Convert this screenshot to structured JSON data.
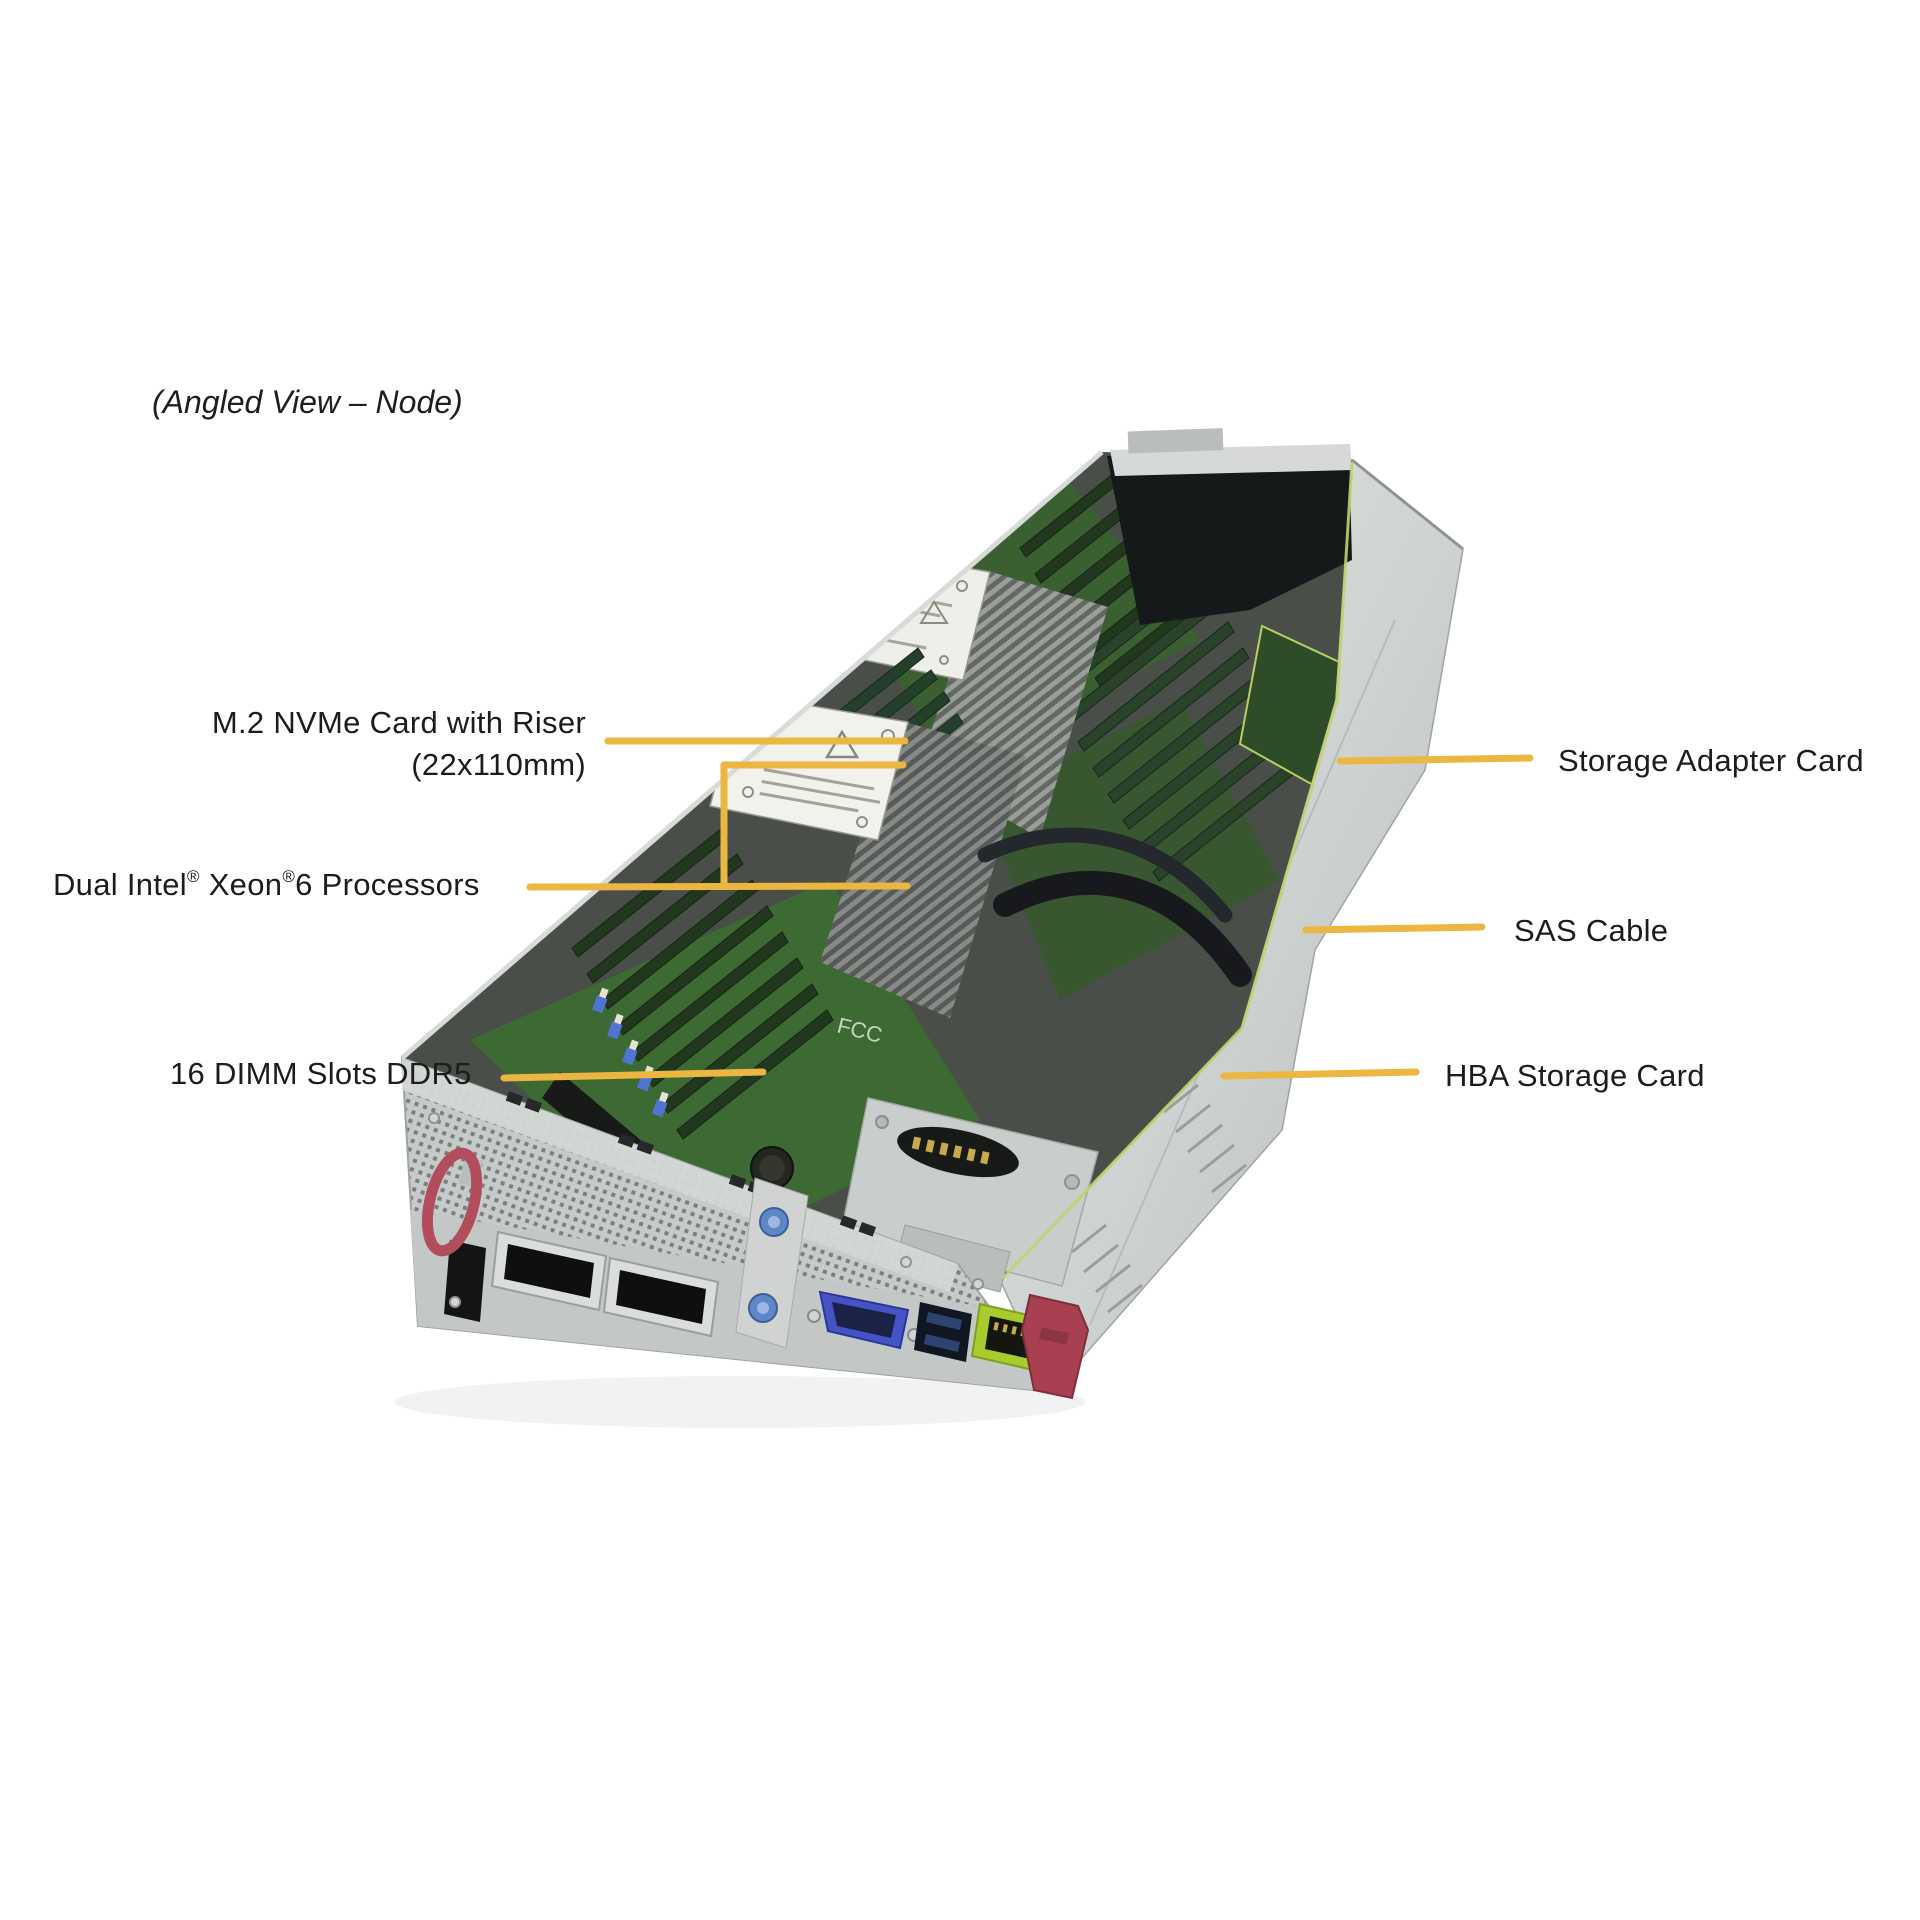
{
  "page": {
    "caption": "(Angled View – Node)"
  },
  "callouts": {
    "m2": {
      "line1": "M.2 NVMe Card with Riser",
      "line2": "(22x110mm)"
    },
    "xeon": {
      "part1": "Dual Intel",
      "reg1": "®",
      "part2": " Xeon",
      "reg2": "®",
      "part3": "6 Processors"
    },
    "dimm": {
      "label": "16 DIMM Slots DDR5"
    },
    "storage_adapter": {
      "label": "Storage Adapter Card"
    },
    "sas_cable": {
      "label": "SAS Cable"
    },
    "hba": {
      "label": "HBA Storage Card"
    }
  },
  "pcb": {
    "marking": "FCC"
  },
  "colors": {
    "leader_line": "#EBB642",
    "background": "#FFFFFF",
    "label_text": "#1C1C1C",
    "pcb_green": "#3C6A33",
    "chassis_silver": "#C9CDCB",
    "latch_red": "#A84052",
    "vga_blue": "#4553C4",
    "lan_green": "#A8CC2E"
  }
}
